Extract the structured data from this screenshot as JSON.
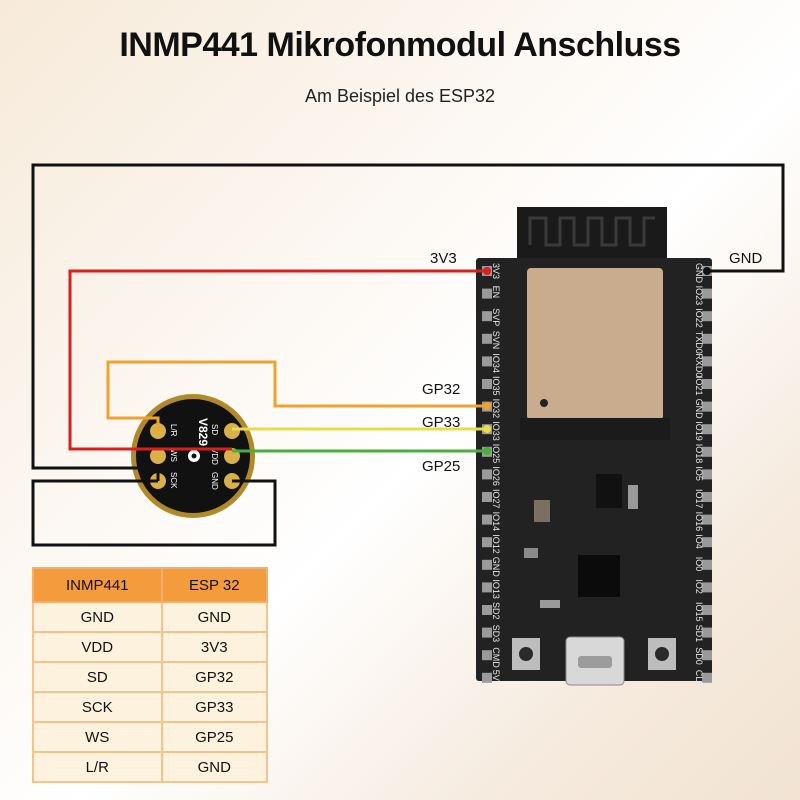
{
  "title": "INMP441 Mikrofonmodul Anschluss",
  "subtitle": "Am Beispiel des ESP32",
  "wire_labels": {
    "v3": "3V3",
    "gnd": "GND",
    "gp32": "GP32",
    "gp33": "GP33",
    "gp25": "GP25"
  },
  "wire_colors": {
    "black": "#111111",
    "red": "#d9201e",
    "orange": "#f0a22e",
    "yellow": "#e8dc4a",
    "green": "#4aae3c"
  },
  "mic_module": {
    "chip_marking": "V829",
    "left_pins": [
      "L/R",
      "WS",
      "SCK"
    ],
    "right_pins": [
      "SD",
      "VDD",
      "GND"
    ]
  },
  "esp32_board": {
    "left_header_pins": [
      "3V3",
      "EN",
      "SVP",
      "SVN",
      "IO34",
      "IO35",
      "IO32",
      "IO33",
      "IO25",
      "IO26",
      "IO27",
      "IO14",
      "IO12",
      "GND",
      "IO13",
      "SD2",
      "SD3",
      "CMD",
      "5V"
    ],
    "right_header_pins": [
      "GND",
      "IO23",
      "IO22",
      "TXD0",
      "RXD0",
      "IO21",
      "GND",
      "IO19",
      "IO18",
      "IO5",
      "IO17",
      "IO16",
      "IO4",
      "IO0",
      "IO2",
      "IO15",
      "SD1",
      "SD0",
      "CLK"
    ]
  },
  "pin_table": {
    "headers": [
      "INMP441",
      "ESP 32"
    ],
    "rows": [
      [
        "GND",
        "GND"
      ],
      [
        "VDD",
        "3V3"
      ],
      [
        "SD",
        "GP32"
      ],
      [
        "SCK",
        "GP33"
      ],
      [
        "WS",
        "GP25"
      ],
      [
        "L/R",
        "GND"
      ]
    ]
  }
}
